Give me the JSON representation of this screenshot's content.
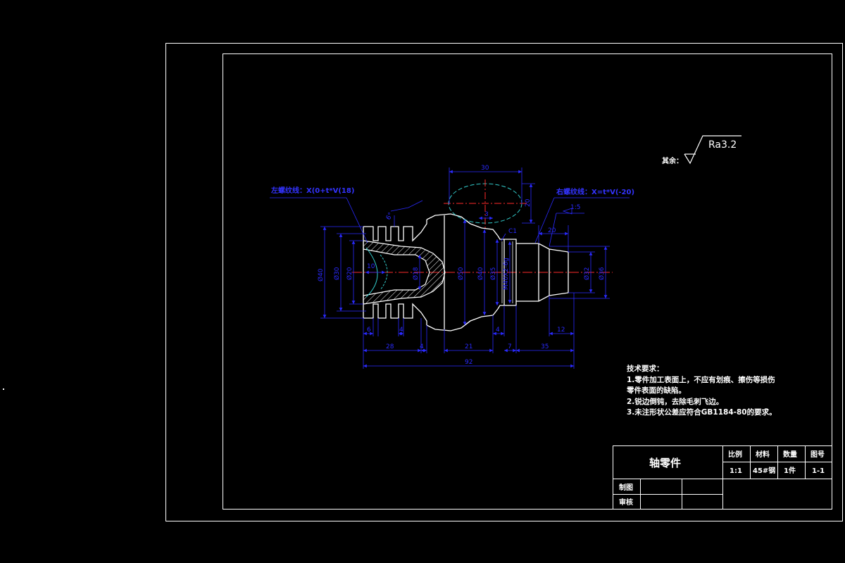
{
  "drawing": {
    "surface_finish": {
      "prefix": "其余：",
      "value": "Ra3.2"
    },
    "labels": {
      "left_thread": "左螺纹线：X(0+t*V(18)",
      "right_thread": "右螺纹线：X=t*V(-20)",
      "taper": "1:5",
      "chamfer": "C1",
      "thread_spec": "M40X2-6g"
    },
    "dimensions": {
      "top_width": "30",
      "top_height": "20",
      "small_top": "3",
      "angle": "6°",
      "right_span": "20",
      "horiz_6": "6",
      "horiz_4a": "4",
      "horiz_28": "28",
      "horiz_4b": "4",
      "horiz_21": "21",
      "horiz_4c": "4",
      "horiz_7": "7",
      "horiz_35": "35",
      "horiz_12": "12",
      "total": "92",
      "dia_40": "Ø40",
      "dia_30": "Ø30",
      "dia_20": "Ø20",
      "dia_18": "Ø18",
      "radius_10": "10",
      "dia_50": "Ø50",
      "dia_40b": "Ø40",
      "dia_35": "Ø35",
      "dia_32": "Ø32",
      "dia_36": "Ø36"
    },
    "tech_requirements": {
      "title": "技术要求：",
      "line1": "1.零件加工表面上，不应有划痕、擦伤等损伤",
      "line2": "零件表面的缺陷。",
      "line3": "2.锐边倒钝，去除毛刺飞边。",
      "line4": "3.未注形状公差应符合GB1184-80的要求。"
    },
    "title_block": {
      "part_name": "轴零件",
      "headers": [
        "比例",
        "材料",
        "数量",
        "图号"
      ],
      "values": [
        "1:1",
        "45#钢",
        "1件",
        "1-1"
      ],
      "drawn_by": "制图",
      "checked_by": "审核"
    },
    "colors": {
      "background": "#000000",
      "outline": "#ffffff",
      "dimension": "#2a2aff",
      "centerline": "#ff2a2a",
      "hidden": "#33cccc",
      "hatch": "#ffffff"
    }
  }
}
